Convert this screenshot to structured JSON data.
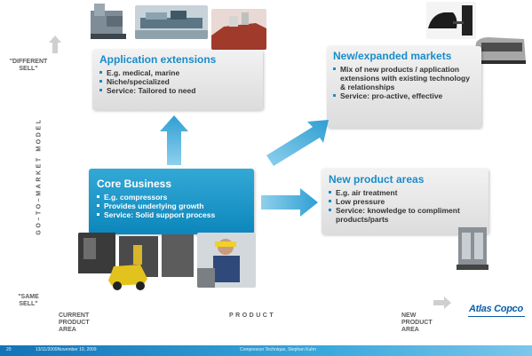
{
  "axes": {
    "y_top": "\"DIFFERENT SELL\"",
    "y_bottom": "\"SAME SELL\"",
    "y_axis": "GO–TO–MARKET MODEL",
    "x_axis": "PRODUCT",
    "x_left": "CURRENT PRODUCT AREA",
    "x_right": "NEW PRODUCT AREA"
  },
  "boxes": {
    "application": {
      "title": "Application extensions",
      "bullets": [
        "E.g. medical, marine",
        "Niche/specialized",
        "Service: Tailored to need"
      ]
    },
    "markets": {
      "title": "New/expanded markets",
      "bullets": [
        "Mix of new products / application extensions with existing technology & relationships",
        "Service: pro-active, effective"
      ]
    },
    "core": {
      "title": "Core Business",
      "bullets": [
        "E.g. compressors",
        "Provides underlying growth",
        "Service: Solid support process"
      ]
    },
    "product": {
      "title": "New product areas",
      "bullets": [
        "E.g. air treatment",
        "Low pressure",
        "Service: knowledge to compliment products/parts"
      ]
    }
  },
  "brand": "Atlas Copco",
  "footer": {
    "page": "20",
    "date": "13/11/2009November 19, 2009",
    "credit": "Compressor Technique, Stephan Kuhn"
  },
  "colors": {
    "accent": "#1a8cc8",
    "core_fill": "#1a97cc",
    "arrow": "#4fb2dc"
  }
}
